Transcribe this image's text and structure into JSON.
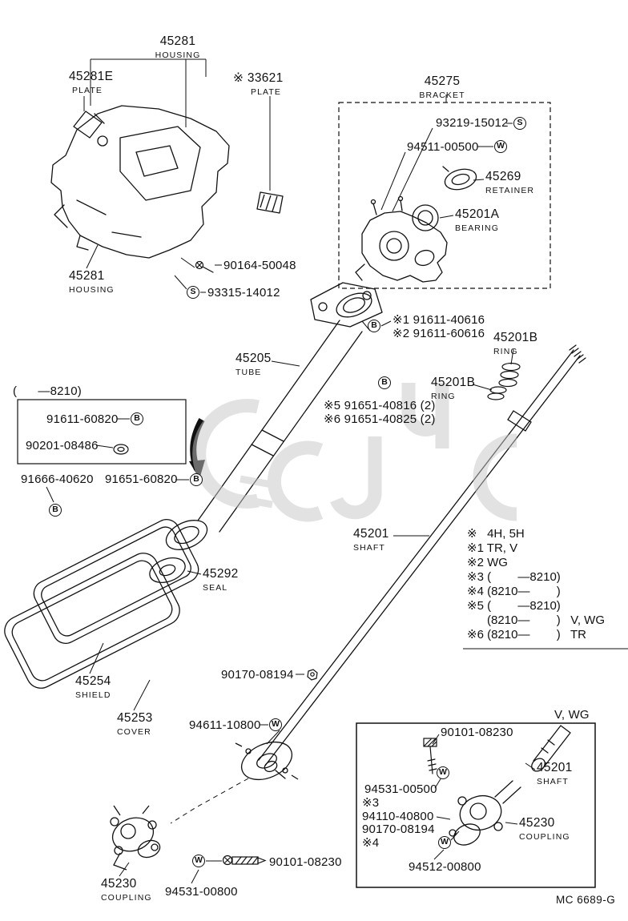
{
  "meta": {
    "footer": "MC  6689-G",
    "variant_note": "V, WG"
  },
  "parts": {
    "housing_top": {
      "num": "45281",
      "label": "HOUSING"
    },
    "plate_e": {
      "num": "45281E",
      "label": "PLATE"
    },
    "plate_star": {
      "num": "※ 33621",
      "label": "PLATE"
    },
    "bracket": {
      "num": "45275",
      "label": "BRACKET"
    },
    "retainer": {
      "num": "45269",
      "label": "RETAINER"
    },
    "bearing": {
      "num": "45201A",
      "label": "BEARING"
    },
    "housing_bot": {
      "num": "45281",
      "label": "HOUSING"
    },
    "tube": {
      "num": "45205",
      "label": "TUBE"
    },
    "ring_a": {
      "num": "45201B",
      "label": "RING"
    },
    "ring_b": {
      "num": "45201B",
      "label": "RING"
    },
    "shaft_main": {
      "num": "45201",
      "label": "SHAFT"
    },
    "seal": {
      "num": "45292",
      "label": "SEAL"
    },
    "shield": {
      "num": "45254",
      "label": "SHIELD"
    },
    "cover": {
      "num": "45253",
      "label": "COVER"
    },
    "coupling_main": {
      "num": "45230",
      "label": "COUPLING"
    },
    "shaft_vwg": {
      "num": "45201",
      "label": "SHAFT"
    },
    "coupling_vwg": {
      "num": "45230",
      "label": "COUPLING"
    }
  },
  "callouts": {
    "screw_93219": "93219-15012",
    "washer_94511": "94511-00500",
    "screw_90164": "90164-50048",
    "screw_93315": "93315-14012",
    "ref1": "※1 91611-40616",
    "ref2": "※2 91611-60616",
    "ref5": "※5 91651-40816 (2)",
    "ref6": "※6 91651-40825 (2)",
    "range_box_title": "(      —8210)",
    "ring_91611": "91611-60820",
    "grommet_90201": "90201-08486",
    "ring_91666": "91666-40620",
    "ring_91651": "91651-60820",
    "nut_90170": "90170-08194",
    "bolt_94611": "94611-10800",
    "bolt_90101_vwg": "90101-08230",
    "bolt_94531_vwg": "94531-00500",
    "ref3_mark": "※3",
    "bolt_94110": "94110-40800",
    "nut_90170_vwg": "90170-08194",
    "ref4_mark": "※4",
    "nut_94512": "94512-00800",
    "bolt_94531_left": "94531-00800",
    "bolt_90101_left": "90101-08230"
  },
  "applicability": {
    "rows": [
      "※   4H, 5H",
      "※1 TR, V",
      "※2 WG",
      "※3 (        —8210)",
      "※4 (8210—        )",
      "※5 (        —8210)",
      "      (8210—        )   V, WG",
      "※6 (8210—        )   TR"
    ]
  },
  "glyphs": {
    "s": "S",
    "w": "W",
    "b": "B"
  }
}
